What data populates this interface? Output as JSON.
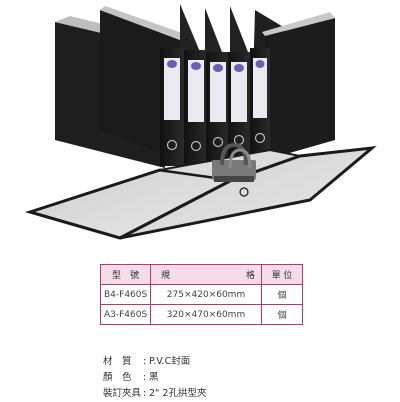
{
  "spec_table": {
    "headers": {
      "model": "型　號",
      "size_left": "規",
      "size_right": "格",
      "unit": "單 位"
    },
    "rows": [
      {
        "model": "B4-F460S",
        "size": "275×420×60mm",
        "unit": "個"
      },
      {
        "model": "A3-F460S",
        "size": "320×470×60mm",
        "unit": "個"
      }
    ]
  },
  "attributes": [
    {
      "label": "材　質",
      "value": "P.V.C封面"
    },
    {
      "label": "顏　色",
      "value": "黑"
    },
    {
      "label": "裝訂夾具",
      "value": "2\" 2孔拱型夾"
    }
  ],
  "colors": {
    "binder": "#1b1b1b",
    "binder_inside": "#d9d9d9",
    "table_border": "#b13a6a",
    "table_header_bg": "#f6dce8"
  }
}
